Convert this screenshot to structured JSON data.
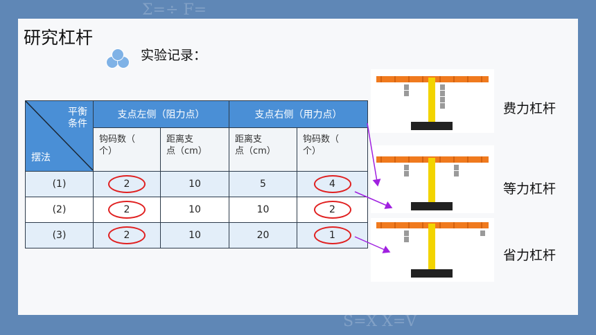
{
  "slide": {
    "title": "研究杠杆",
    "subtitle": "实验记录："
  },
  "table": {
    "corner_top": "平衡\n条件",
    "corner_bottom": "摆法",
    "group_left": "支点左侧（阻力点）",
    "group_right": "支点右侧（用力点）",
    "sub_headers": [
      "钩码数（\n个）",
      "距离支\n点（cm）",
      "距离支\n点（cm）",
      "钩码数（\n个）"
    ],
    "rows": [
      {
        "label": "(1)",
        "cells": [
          "2",
          "10",
          "5",
          "4"
        ]
      },
      {
        "label": "(2)",
        "cells": [
          "2",
          "10",
          "10",
          "2"
        ]
      },
      {
        "label": "(3)",
        "cells": [
          "2",
          "10",
          "20",
          "1"
        ]
      }
    ]
  },
  "levers": [
    {
      "label": "费力杠杆"
    },
    {
      "label": "等力杠杆"
    },
    {
      "label": "省力杠杆"
    }
  ],
  "colors": {
    "header_blue": "#4a8fd6",
    "row_tint": "#e3eef9",
    "oval_red": "#e02020",
    "arrow_purple": "#a020e0",
    "background": "#5f87b6"
  }
}
